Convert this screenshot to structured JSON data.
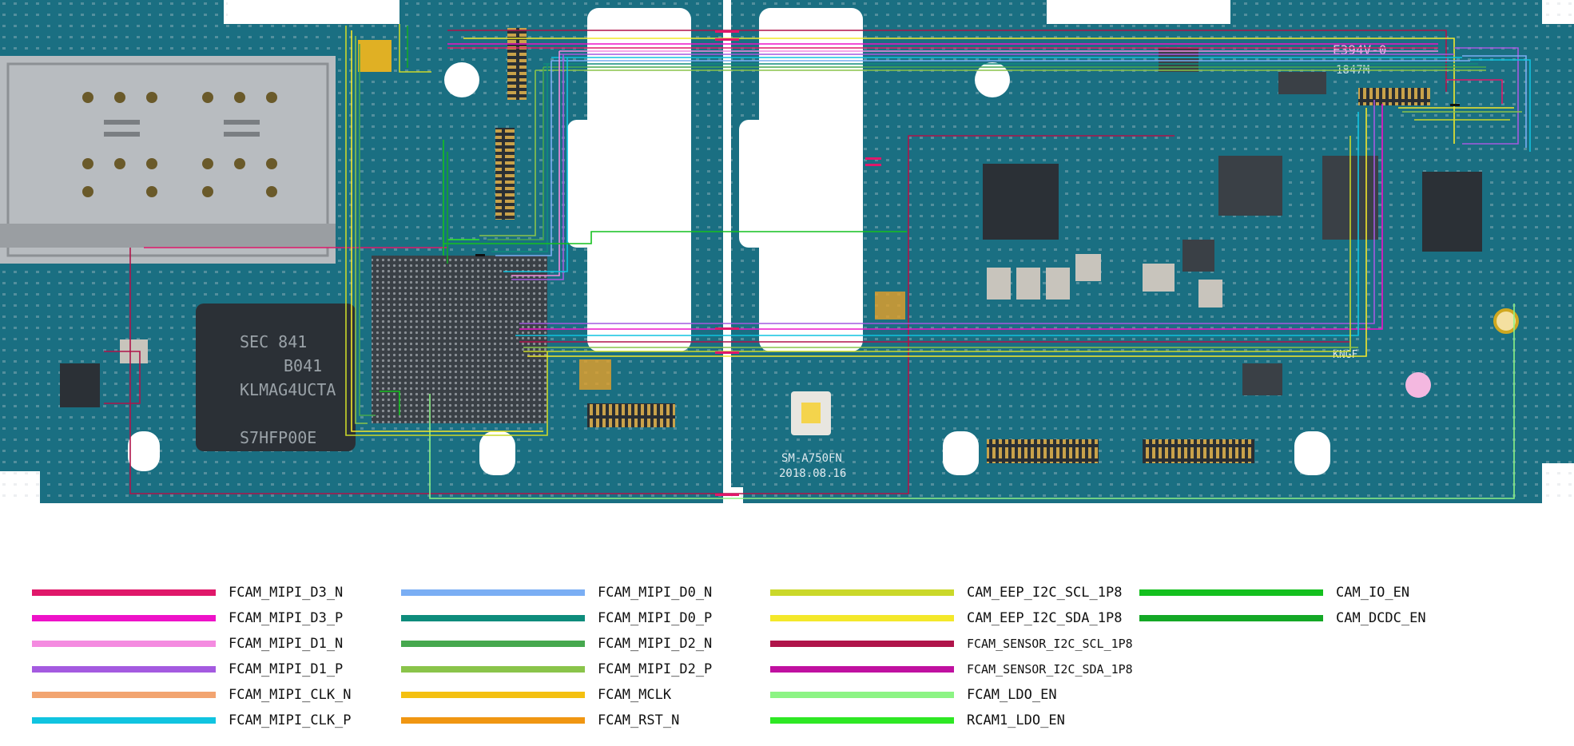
{
  "board": {
    "model": "SM-A750FN",
    "date": "2018.08.16",
    "emmc_label_1": "SEC 841",
    "emmc_label_2": "B041",
    "emmc_label_3": "KLMAG4UCTA",
    "emmc_label_4": "S7HFP00E",
    "chip_label": "E394V-0",
    "chip_code": "1847M",
    "pcb_mark": "KNGF",
    "colors": {
      "board": "#1a6f82",
      "board_dark": "#124f5e",
      "silver": "#b8bcc0",
      "chip": "#2b3036",
      "watermark": "#dfe9ee"
    }
  },
  "legend": [
    {
      "label": "FCAM_MIPI_D3_N",
      "color": "#e0186a"
    },
    {
      "label": "FCAM_MIPI_D3_P",
      "color": "#ee12c8"
    },
    {
      "label": "FCAM_MIPI_D1_N",
      "color": "#f48be0"
    },
    {
      "label": "FCAM_MIPI_D1_P",
      "color": "#a45ae0"
    },
    {
      "label": "FCAM_MIPI_CLK_N",
      "color": "#f2a470"
    },
    {
      "label": "FCAM_MIPI_CLK_P",
      "color": "#10c4e0"
    },
    {
      "label": "FCAM_MIPI_D0_N",
      "color": "#7aaef4"
    },
    {
      "label": "FCAM_MIPI_D0_P",
      "color": "#0e8c7c"
    },
    {
      "label": "FCAM_MIPI_D2_N",
      "color": "#46a84e"
    },
    {
      "label": "FCAM_MIPI_D2_P",
      "color": "#8ac44a"
    },
    {
      "label": "FCAM_MCLK",
      "color": "#f4c010"
    },
    {
      "label": "FCAM_RST_N",
      "color": "#f09612"
    },
    {
      "label": "CAM_EEP_I2C_SCL_1P8",
      "color": "#cad82a"
    },
    {
      "label": "CAM_EEP_I2C_SDA_1P8",
      "color": "#f4e82a"
    },
    {
      "label": "FCAM_SENSOR_I2C_SCL_1P8",
      "color": "#b0144a"
    },
    {
      "label": "FCAM_SENSOR_I2C_SDA_1P8",
      "color": "#c010a0"
    },
    {
      "label": "FCAM_LDO_EN",
      "color": "#8cf484"
    },
    {
      "label": "RCAM1_LDO_EN",
      "color": "#2ee824"
    },
    {
      "label": "CAM_IO_EN",
      "color": "#14c01e"
    },
    {
      "label": "CAM_DCDC_EN",
      "color": "#14a826"
    }
  ]
}
